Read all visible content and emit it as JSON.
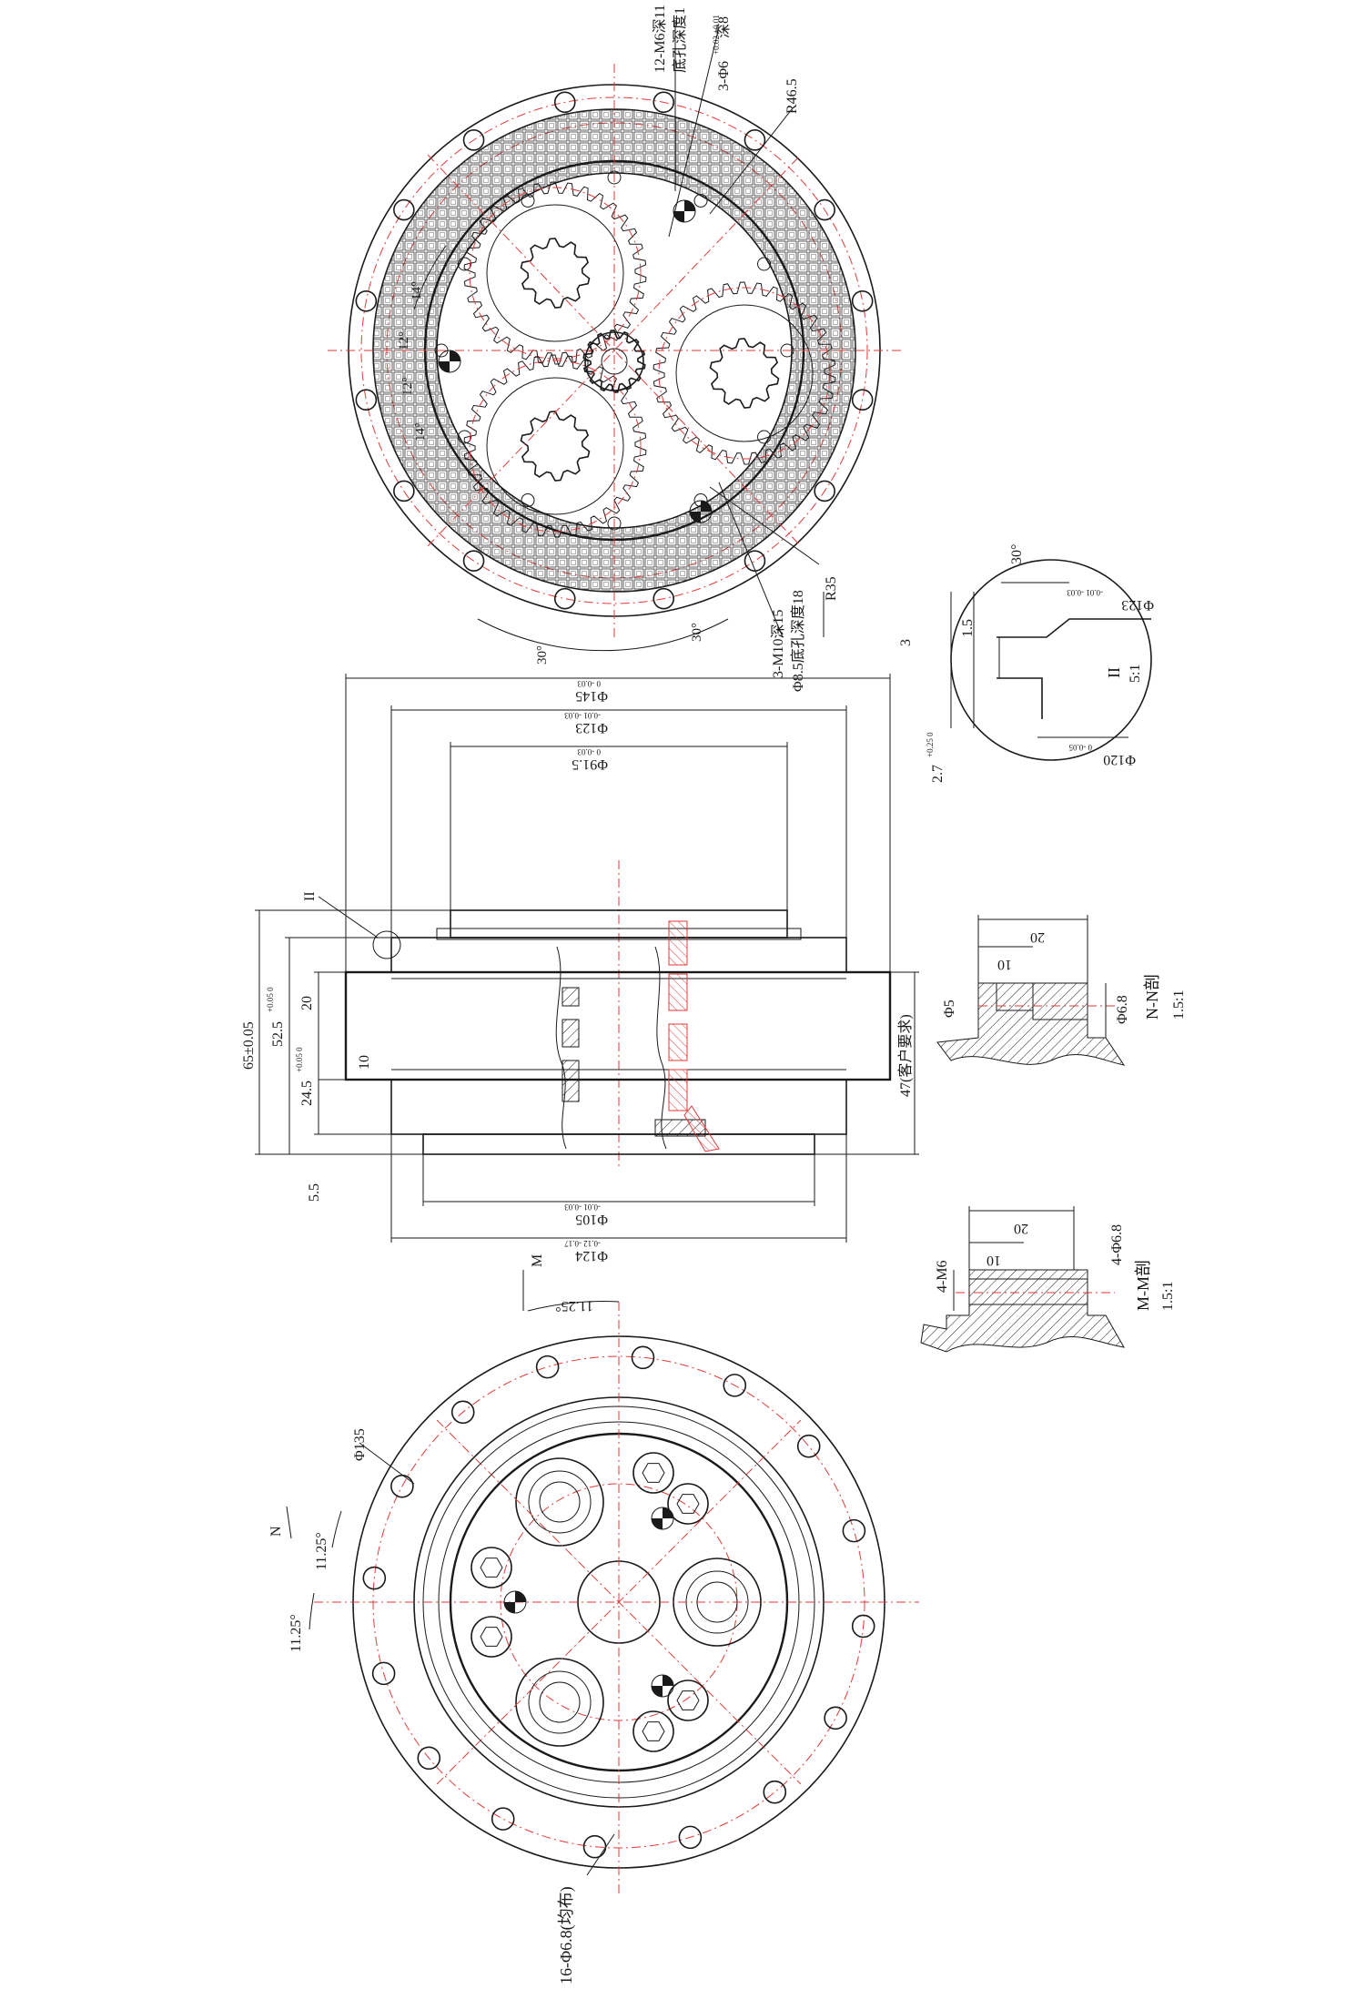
{
  "top_view": {
    "callout_m6": "12-M6深11",
    "callout_m6_sub": "底孔深度1",
    "callout_pin": "3-Φ6",
    "callout_pin_tol": "+0.02 +0.01",
    "callout_pin_depth": "深8",
    "radius_outer": "R46.5",
    "radius_inner": "R35",
    "callout_m10": "3-M10深15",
    "callout_m10_sub": "Φ8.5底孔深度18",
    "angle_14_a": "14°",
    "angle_12_a": "12°",
    "angle_12_b": "12°",
    "angle_14_b": "14°",
    "angle_30_a": "30°",
    "angle_30_b": "30°"
  },
  "side_view": {
    "dia_145": "Φ145",
    "dia_145_tol": "0 -0.03",
    "dia_123": "Φ123",
    "dia_123_tol": "-0.01 -0.03",
    "dia_91": "Φ91.5",
    "dia_91_tol": "0 -0.03",
    "dia_105": "Φ105",
    "dia_105_tol": "-0.01 -0.03",
    "dia_124": "Φ124",
    "dia_124_tol": "-0.12 -0.17",
    "len_65": "65±0.05",
    "len_52": "52.5",
    "len_52_tol": "+0.05 0",
    "len_24": "24.5",
    "len_24_tol": "+0.05 0",
    "len_20": "20",
    "len_10": "10",
    "len_5": "5.5",
    "len_47": "47(客户要求)",
    "detail_ref": "II"
  },
  "detail_ii": {
    "angle": "30°",
    "dim_15": "1.5",
    "dim_3": "3",
    "dim_27": "2.7",
    "dim_27_tol": "+0.25 0",
    "dia_123": "Φ123",
    "dia_123_tol": "-0.01 -0.03",
    "dia_120": "Φ120",
    "dia_120_tol": "0 -0.05",
    "label": "II",
    "scale": "5:1"
  },
  "section_nn": {
    "dim_20": "20",
    "dim_10": "10",
    "dia_5": "Φ5",
    "dia_68": "Φ6.8",
    "label": "N-N剖",
    "scale": "1.5:1"
  },
  "section_mm": {
    "dim_20": "20",
    "dim_10": "10",
    "thread": "4-M6",
    "dia_68": "4-Φ6.8",
    "label": "M-M剖",
    "scale": "1.5:1"
  },
  "bottom_view": {
    "dia_135": "Φ135",
    "angle_a": "11.25°",
    "angle_b": "11.25°",
    "angle_c": "11.25°",
    "mark_m": "M",
    "mark_n": "N",
    "holes": "16-Φ6.8(均布)"
  }
}
